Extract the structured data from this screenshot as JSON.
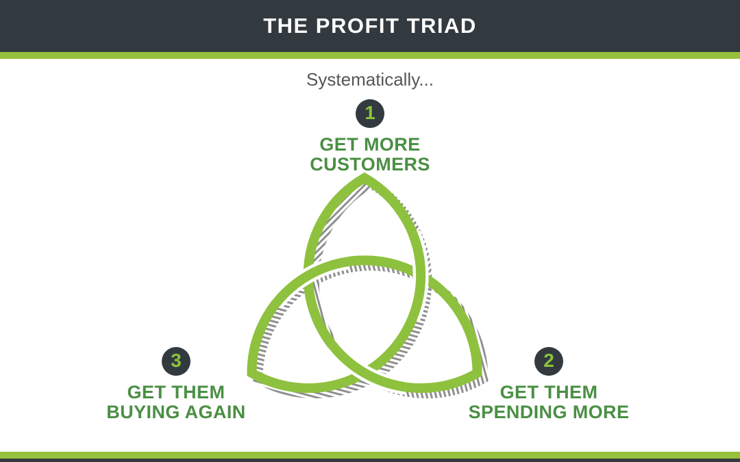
{
  "header": {
    "title": "THE PROFIT TRIAD"
  },
  "intro": {
    "text": "Systematically..."
  },
  "steps": [
    {
      "number": "1",
      "lines": [
        "GET MORE",
        "CUSTOMERS"
      ]
    },
    {
      "number": "2",
      "lines": [
        "GET THEM",
        "SPENDING MORE"
      ]
    },
    {
      "number": "3",
      "lines": [
        "GET THEM",
        "BUYING AGAIN"
      ]
    }
  ],
  "knot": {
    "icon": "triquetra-knot-icon",
    "description_color": "green trinity knot with gray hatched drop shadow"
  },
  "colors": {
    "dark": "#323a3f",
    "stripe_green": "#97c13c",
    "knot_green": "#8ec13e",
    "label_green": "#4a8f44",
    "number_green": "#8cc33d",
    "gray_text": "#54575a",
    "shadow_gray": "#8e8e8e",
    "bg": "#ffffff"
  }
}
